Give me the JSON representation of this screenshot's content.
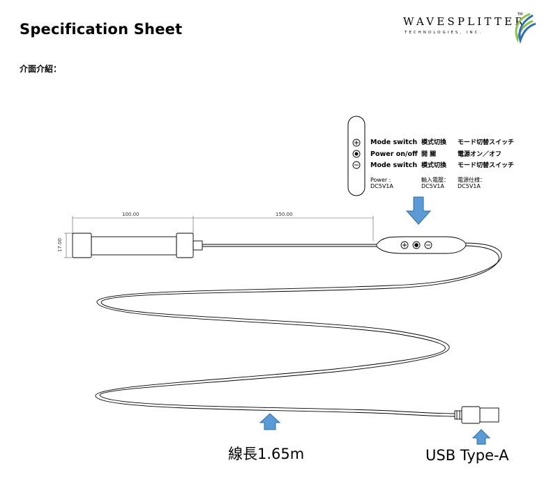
{
  "header": {
    "title": "Specification Sheet",
    "subtitle": "介面介紹："
  },
  "logo": {
    "main": "WAVESPLITTER",
    "sub": "TECHNOLOGIES, INC.",
    "tm": "TM"
  },
  "control_panel": {
    "english": [
      "Mode switch",
      "Power on/off",
      "Mode switch"
    ],
    "chinese": [
      "模式切換",
      "開 關",
      "模式切換"
    ],
    "japanese": [
      "モード切替スイッチ",
      "電源オン／オフ",
      "モード切替スイッチ"
    ],
    "power_en": [
      "Power :",
      "DC5V1A"
    ],
    "power_zh": [
      "輸入電壓：",
      "DC5V1A"
    ],
    "power_ja": [
      "電源仕様：",
      "DC5V1A"
    ]
  },
  "dimensions": {
    "length_1": "100.00",
    "length_2": "150.00",
    "height": "17.00"
  },
  "labels": {
    "cable_length": "線長1.65m",
    "connector": "USB Type-A"
  },
  "colors": {
    "arrow": "#5b9bd5",
    "arrow_stroke": "#2e6da4"
  }
}
